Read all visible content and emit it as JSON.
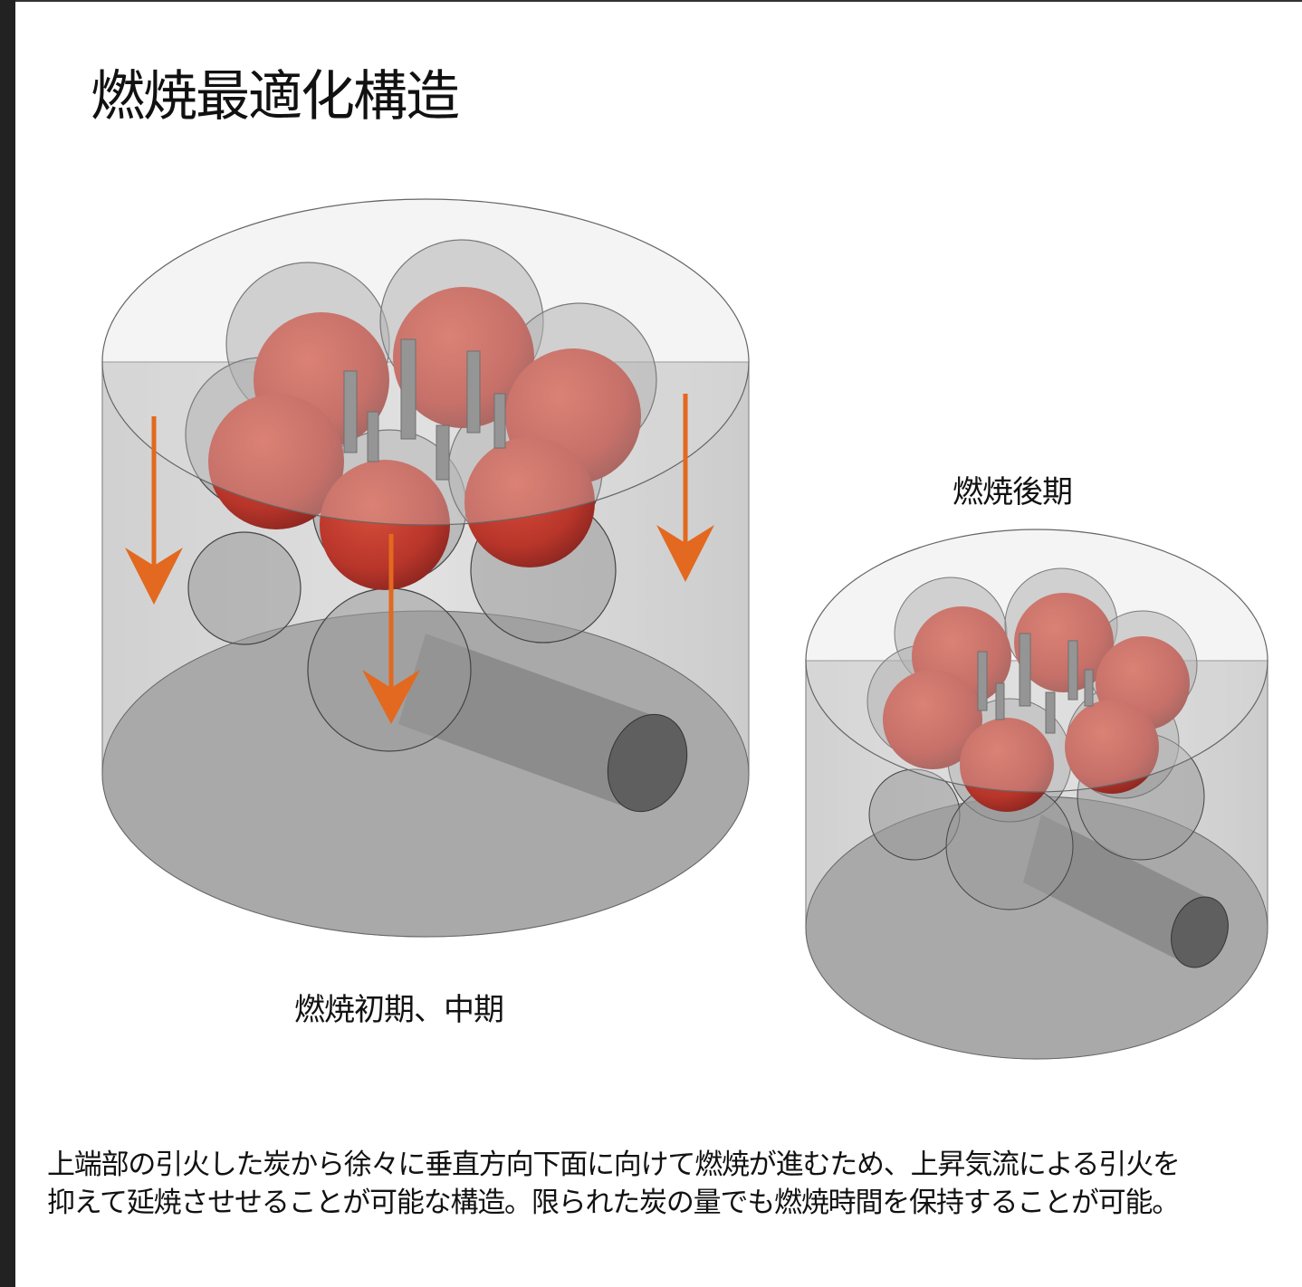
{
  "title": "燃焼最適化構造",
  "labels": {
    "early_mid": "燃焼初期、中期",
    "late": "燃焼後期"
  },
  "caption": {
    "line1": "上端部の引火した炭から徐々に垂直方向下面に向けて燃焼が進むため、上昇気流による引火を",
    "line2": "抑えて延焼させせることが可能な構造。限られた炭の量でも燃焼時間を保持することが可能。"
  },
  "colors": {
    "arrow": "#e2691f",
    "charcoal": "#b8352a",
    "body": "#d4d4d4"
  }
}
